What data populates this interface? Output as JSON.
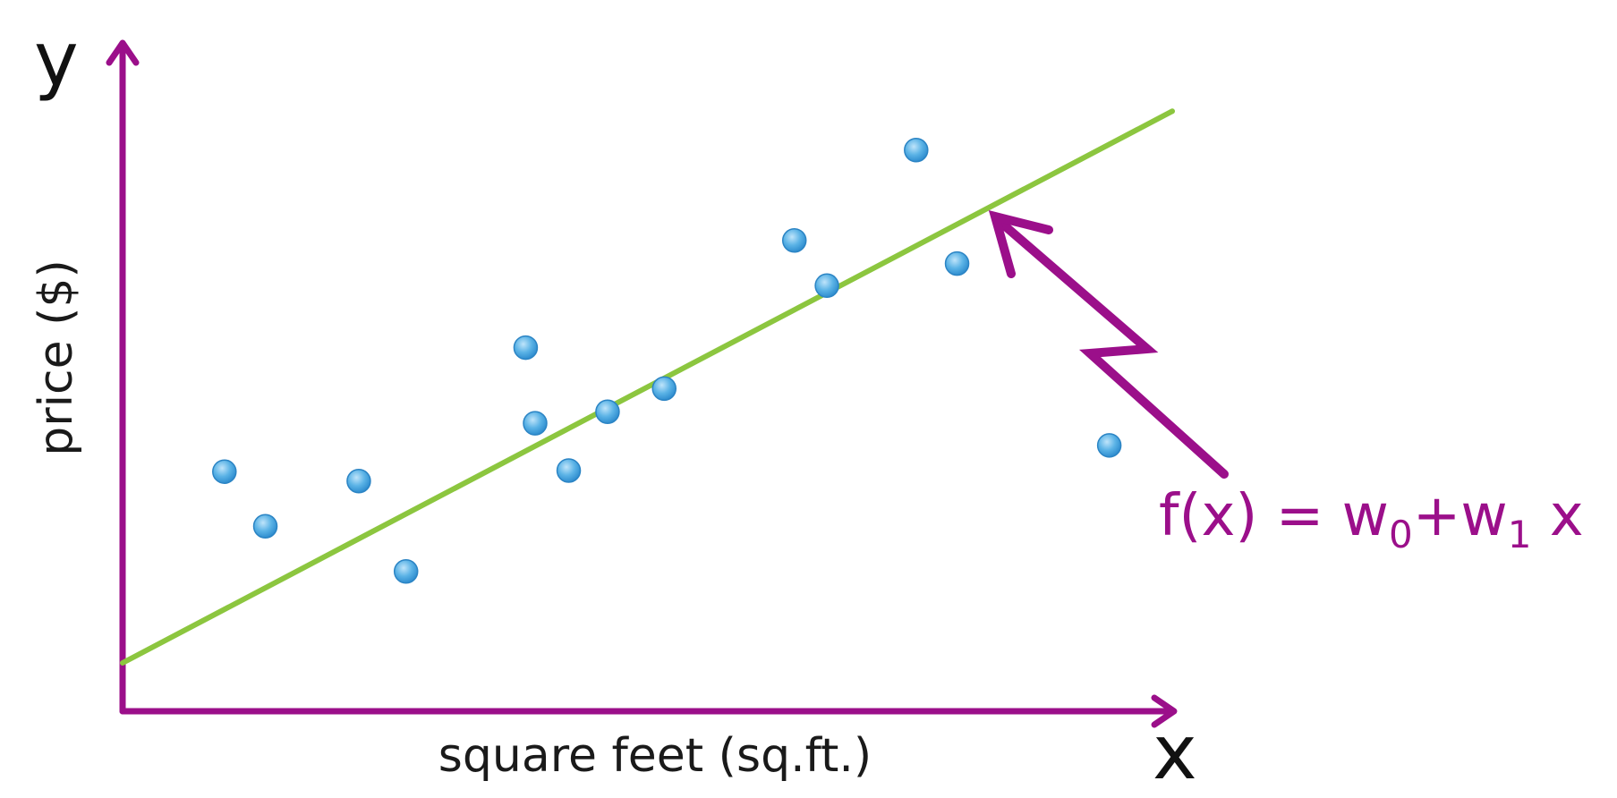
{
  "chart_data": {
    "type": "scatter",
    "xlabel": "square feet (sq.ft.)",
    "ylabel": "price ($)",
    "x_axis_var": "x",
    "y_axis_var": "y",
    "xlim": [
      0,
      1000
    ],
    "ylim": [
      0,
      630
    ],
    "grid": false,
    "points": [
      {
        "x": 97,
        "y": 228
      },
      {
        "x": 136,
        "y": 176
      },
      {
        "x": 225,
        "y": 219
      },
      {
        "x": 270,
        "y": 133
      },
      {
        "x": 384,
        "y": 346
      },
      {
        "x": 393,
        "y": 274
      },
      {
        "x": 425,
        "y": 229
      },
      {
        "x": 462,
        "y": 285
      },
      {
        "x": 516,
        "y": 307
      },
      {
        "x": 640,
        "y": 448
      },
      {
        "x": 671,
        "y": 405
      },
      {
        "x": 756,
        "y": 534
      },
      {
        "x": 795,
        "y": 426
      },
      {
        "x": 940,
        "y": 253
      }
    ],
    "fit_line": {
      "x": [
        0,
        1000
      ],
      "y": [
        46,
        571
      ]
    },
    "annotation": {
      "text_main": "f(x) = w",
      "sub0": "0",
      "text_plus": "+w",
      "sub1": "1",
      "text_end": " x"
    }
  },
  "colors": {
    "axis": "#9b0f8a",
    "fit_line": "#8cc63f",
    "point_fill": "#5bb3e6",
    "point_stroke": "#2b84c4",
    "formula": "#9b0f8a"
  }
}
